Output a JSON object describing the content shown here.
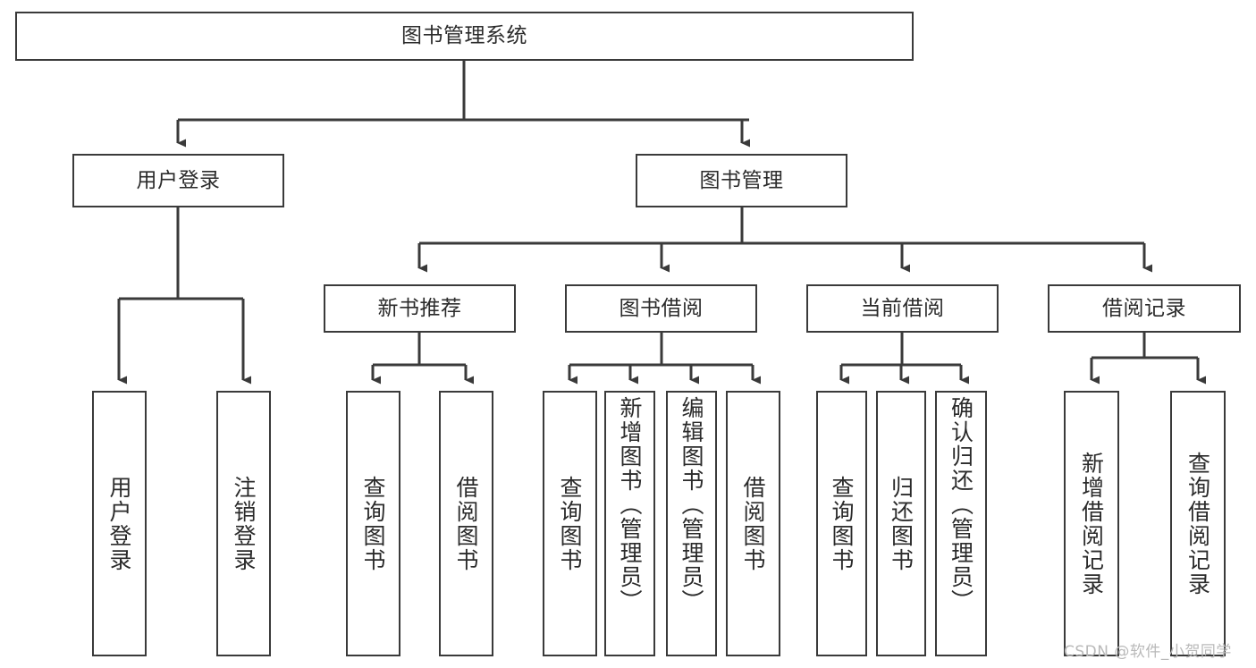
{
  "diagram": {
    "type": "tree-hierarchy",
    "title": "图书管理系统",
    "root": {
      "id": "root",
      "label": "图书管理系统",
      "orientation": "horizontal"
    },
    "level1": [
      {
        "id": "user-login",
        "label": "用户登录",
        "orientation": "horizontal"
      },
      {
        "id": "book-manage",
        "label": "图书管理",
        "orientation": "horizontal"
      }
    ],
    "level2": [
      {
        "id": "new-book-recommend",
        "label": "新书推荐",
        "orientation": "horizontal",
        "parent": "book-manage"
      },
      {
        "id": "book-borrow",
        "label": "图书借阅",
        "orientation": "horizontal",
        "parent": "book-manage"
      },
      {
        "id": "current-borrow",
        "label": "当前借阅",
        "orientation": "horizontal",
        "parent": "book-manage"
      },
      {
        "id": "borrow-record",
        "label": "借阅记录",
        "orientation": "horizontal",
        "parent": "book-manage"
      }
    ],
    "leaves": [
      {
        "id": "leaf-user-login",
        "label": "用户登录",
        "parent": "user-login",
        "orientation": "vertical"
      },
      {
        "id": "leaf-user-logout",
        "label": "注销登录",
        "parent": "user-login",
        "orientation": "vertical"
      },
      {
        "id": "leaf-query-book-1",
        "label": "查询图书",
        "parent": "new-book-recommend",
        "orientation": "vertical"
      },
      {
        "id": "leaf-borrow-book-1",
        "label": "借阅图书",
        "parent": "new-book-recommend",
        "orientation": "vertical"
      },
      {
        "id": "leaf-query-book-2",
        "label": "查询图书",
        "parent": "book-borrow",
        "orientation": "vertical"
      },
      {
        "id": "leaf-add-book",
        "label": "新增图书（管理员）",
        "parent": "book-borrow",
        "orientation": "vertical"
      },
      {
        "id": "leaf-edit-book",
        "label": "编辑图书（管理员）",
        "parent": "book-borrow",
        "orientation": "vertical"
      },
      {
        "id": "leaf-borrow-book-2",
        "label": "借阅图书",
        "parent": "book-borrow",
        "orientation": "vertical"
      },
      {
        "id": "leaf-query-book-3",
        "label": "查询图书",
        "parent": "current-borrow",
        "orientation": "vertical"
      },
      {
        "id": "leaf-return-book",
        "label": "归还图书",
        "parent": "current-borrow",
        "orientation": "vertical"
      },
      {
        "id": "leaf-confirm-return",
        "label": "确认归还（管理员）",
        "parent": "current-borrow",
        "orientation": "vertical"
      },
      {
        "id": "leaf-add-record",
        "label": "新增借阅记录",
        "parent": "borrow-record",
        "orientation": "vertical"
      },
      {
        "id": "leaf-query-record",
        "label": "查询借阅记录",
        "parent": "borrow-record",
        "orientation": "vertical"
      }
    ]
  },
  "watermark": {
    "text": "CSDN @软件_小贺同学"
  },
  "colors": {
    "stroke": "#3a3a3a",
    "box_fill": "#ffffff",
    "text": "#2b2b2b",
    "watermark": "#b9b9b9",
    "background": "#ffffff"
  }
}
